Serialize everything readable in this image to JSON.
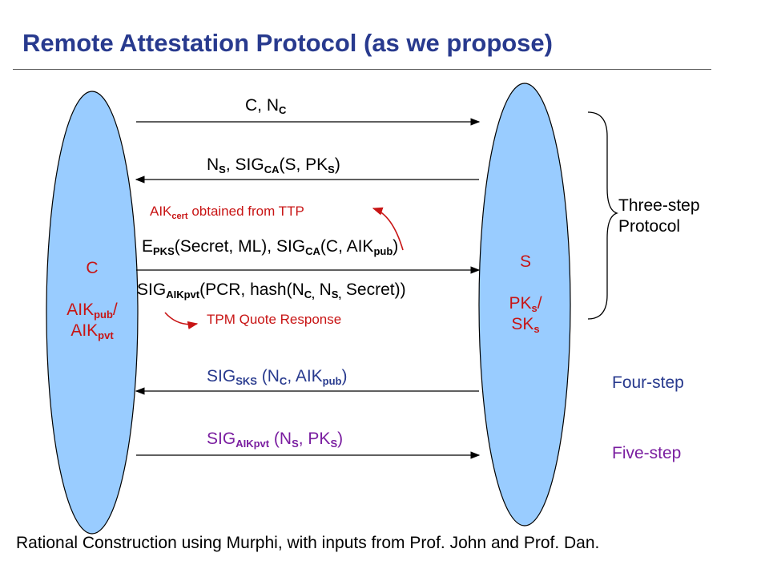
{
  "title": "Remote Attestation Protocol (as we propose)",
  "entities": {
    "client": {
      "name": "C",
      "key_pub_base": "AIK",
      "key_pub_sub": "pub",
      "slash": "/",
      "key_pvt_base": "AIK",
      "key_pvt_sub": "pvt"
    },
    "server": {
      "name": "S",
      "pk_base": "PK",
      "pk_sub": "s",
      "slash": "/",
      "sk_base": "SK",
      "sk_sub": "s"
    }
  },
  "messages": {
    "m1": {
      "a": "C, N",
      "a_sub": "C"
    },
    "m2": {
      "a": "N",
      "a_sub": "S",
      "b": ", SIG",
      "b_sub": "CA",
      "c": "(S, PK",
      "c_sub": "S",
      "d": ")"
    },
    "m3": {
      "a": "E",
      "a_sub": "PKS",
      "b": "(Secret, ML), SIG",
      "b_sub": "CA",
      "c": "(C, AIK",
      "c_sub": "pub",
      "d": ")"
    },
    "m4": {
      "a": "SIG",
      "a_sub": "AIKpvt",
      "b": "(PCR, hash(N",
      "b_sub": "C,",
      "c": " N",
      "c_sub": "S,",
      "d": " Secret))"
    },
    "m5": {
      "a": "SIG",
      "a_sub": "SKS",
      "b": " (N",
      "b_sub": "C",
      "c": ", AIK",
      "c_sub": "pub",
      "d": ")"
    },
    "m6": {
      "a": "SIG",
      "a_sub": "AIKpvt",
      "b": " (N",
      "b_sub": "S",
      "c": ", PK",
      "c_sub": "S",
      "d": ")"
    }
  },
  "annotations": {
    "aik_cert": {
      "a": "AIK",
      "a_sub": "cert",
      "b": " obtained from TTP"
    },
    "tpm_quote": "TPM Quote Response"
  },
  "steps": {
    "three_line1": "Three-step",
    "three_line2": "Protocol",
    "four": "Four-step",
    "five": "Five-step"
  },
  "footer": "Rational Construction using Murphi, with inputs from Prof. John and Prof. Dan.",
  "colors": {
    "title": "#283a8e",
    "ellipse_fill": "#99ccff",
    "annotation_red": "#c81414",
    "five_step_purple": "#7a1ea0",
    "four_step_blue": "#283a8e"
  }
}
